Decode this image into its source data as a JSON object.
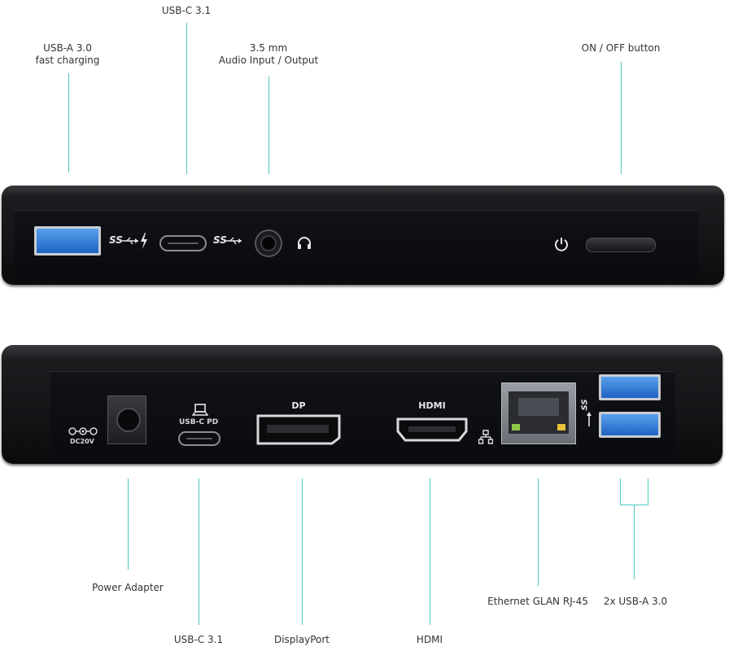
{
  "top_callouts": {
    "usba_fast": "USB-A 3.0\nfast charging",
    "usbc": "USB-C 3.1",
    "audio": "3.5 mm\nAudio Input / Output",
    "power_button": "ON / OFF button"
  },
  "bottom_callouts": {
    "power_adapter": "Power Adapter",
    "usbc_pd": "USB-C 3.1",
    "displayport": "DisplayPort",
    "hdmi": "HDMI",
    "ethernet": "Ethernet GLAN RJ-45",
    "usba_dual": "2x USB-A 3.0"
  },
  "device_labels": {
    "dc": "DC20V",
    "usbc_pd": "USB-C PD",
    "dp": "DP",
    "hdmi": "HDMI",
    "ss_top_1": "SS",
    "ss_top_2": "SS",
    "ss_side": "SS"
  },
  "colors": {
    "callout_line": "#4dc8c0",
    "usb_blue": "#2a72d6",
    "body": "#141417"
  },
  "icons": [
    "usb-ss-icon",
    "thunderbolt-icon",
    "headphone-icon",
    "power-icon",
    "laptop-icon",
    "network-icon",
    "dc-polarity-icon"
  ]
}
